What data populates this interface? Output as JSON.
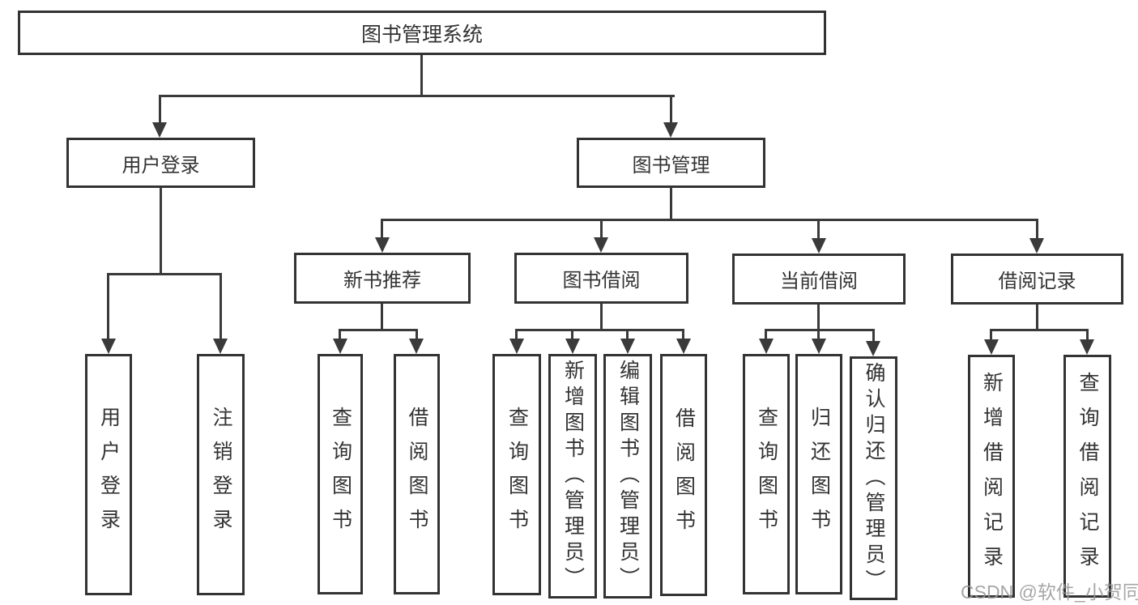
{
  "title": "图书管理系统",
  "colors": {
    "line": "#3a3a3a",
    "border": "#333333",
    "text": "#333333",
    "background": "#ffffff",
    "watermark": "#969696"
  },
  "watermark": "CSDN @软件_小贺同学",
  "diagram": {
    "type": "tree",
    "root": {
      "label": "图书管理系统"
    },
    "branches": [
      {
        "label": "用户登录",
        "children": [
          {
            "label": "用户登录"
          },
          {
            "label": "注销登录"
          }
        ]
      },
      {
        "label": "图书管理",
        "children": [
          {
            "label": "新书推荐",
            "children": [
              {
                "label": "查询图书"
              },
              {
                "label": "借阅图书"
              }
            ]
          },
          {
            "label": "图书借阅",
            "children": [
              {
                "label": "查询图书"
              },
              {
                "label": "新增图书（管理员）"
              },
              {
                "label": "编辑图书（管理员）"
              },
              {
                "label": "借阅图书"
              }
            ]
          },
          {
            "label": "当前借阅",
            "children": [
              {
                "label": "查询图书"
              },
              {
                "label": "归还图书"
              },
              {
                "label": "确认归还（管理员）"
              }
            ]
          },
          {
            "label": "借阅记录",
            "children": [
              {
                "label": "新增借阅记录"
              },
              {
                "label": "查询借阅记录"
              }
            ]
          }
        ]
      }
    ]
  }
}
